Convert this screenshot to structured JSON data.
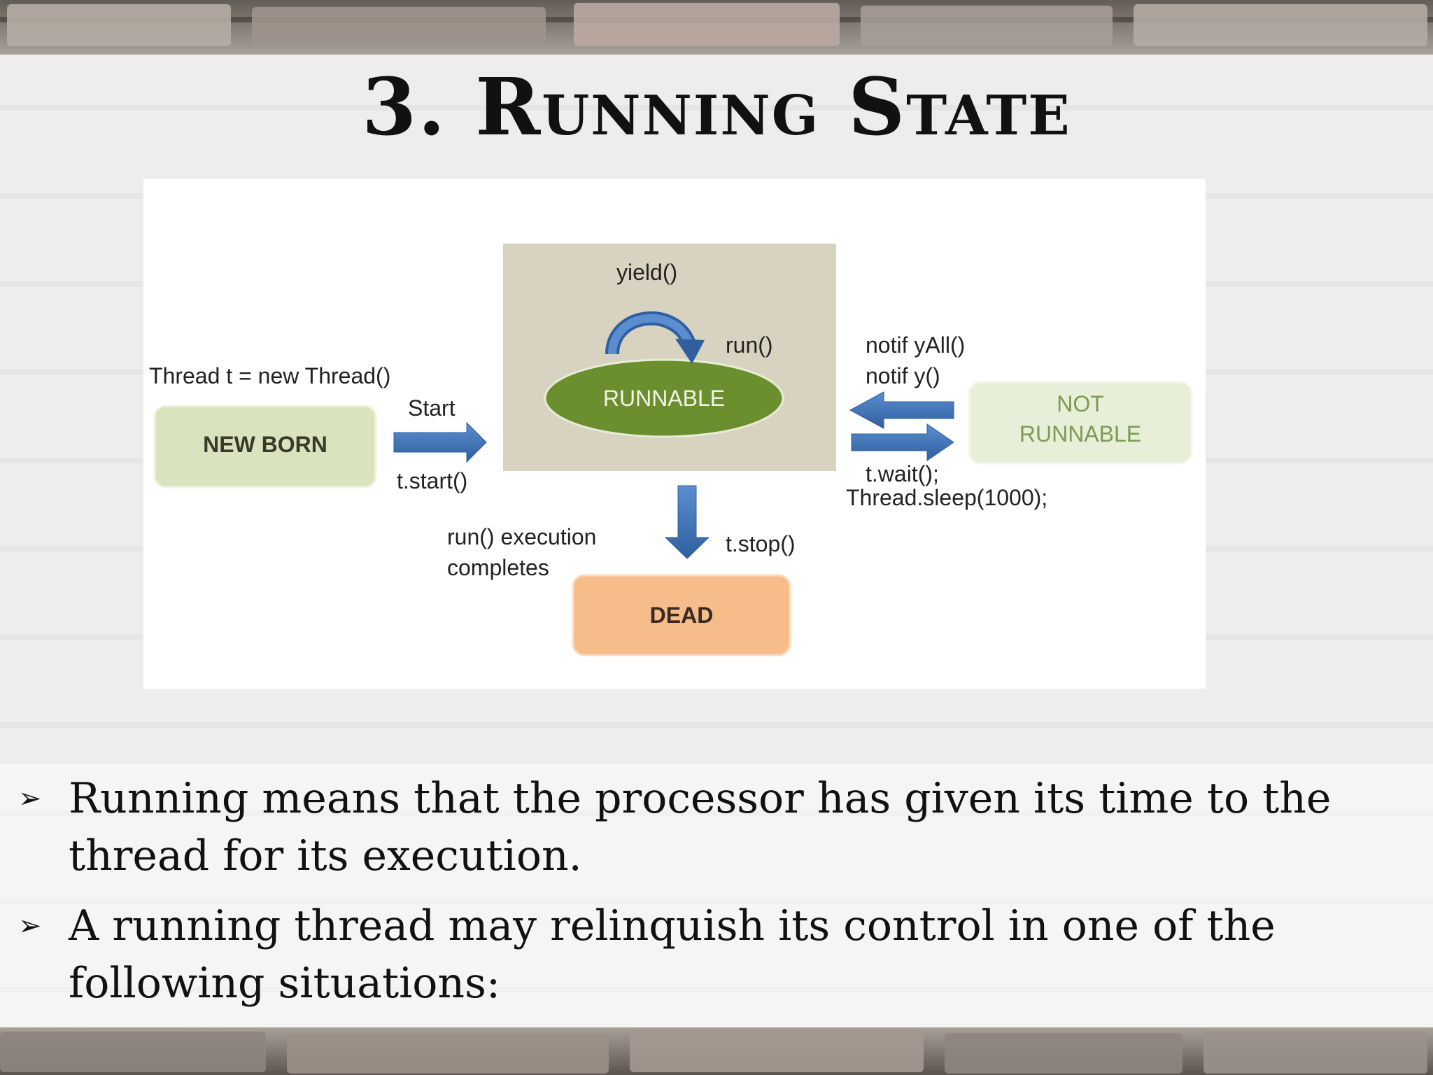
{
  "slide": {
    "title": "3. Running State"
  },
  "diagram": {
    "nodes": {
      "newborn": "NEW BORN",
      "runnable": "RUNNABLE",
      "not_runnable_line1": "NOT",
      "not_runnable_line2": "RUNNABLE",
      "dead": "DEAD"
    },
    "labels": {
      "yield": "yield()",
      "run": "run()",
      "thread_new": "Thread t = new Thread()",
      "start": "Start",
      "t_start": "t.start()",
      "notify_all": "notif yAll()",
      "notify": "notif y()",
      "t_wait": "t.wait();",
      "sleep": "Thread.sleep(1000);",
      "run_exec_line1": "run() execution",
      "run_exec_line2": "completes",
      "t_stop": "t.stop()"
    },
    "colors": {
      "runnable_panel": "#d8d3c0",
      "runnable_ellipse": "#6b8e2f",
      "newborn_fill": "#d9e4bf",
      "not_runnable_fill": "#e8efd9",
      "dead_fill": "#f6bd8a",
      "arrow": "#3d6fb0"
    }
  },
  "bullets": [
    {
      "marker": "➢",
      "text": "Running means that the processor has given its time to the thread for its execution."
    },
    {
      "marker": "➢",
      "text": "A running thread may relinquish its control in one of the following situations:"
    }
  ]
}
